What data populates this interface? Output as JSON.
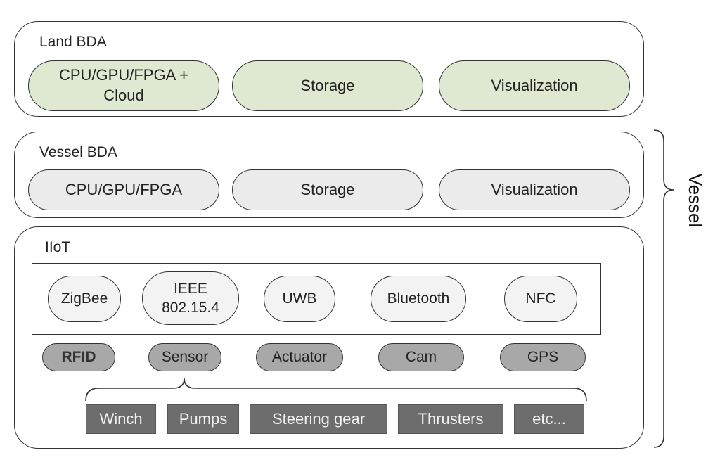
{
  "land": {
    "label": "Land BDA",
    "items": [
      "CPU/GPU/FPGA +\nCloud",
      "Storage",
      "Visualization"
    ]
  },
  "vessel_bda": {
    "label": "Vessel BDA",
    "items": [
      "CPU/GPU/FPGA",
      "Storage",
      "Visualization"
    ]
  },
  "iiot": {
    "label": "IIoT",
    "protocols": [
      "ZigBee",
      "IEEE\n802.15.4",
      "UWB",
      "Bluetooth",
      "NFC"
    ],
    "components": [
      "RFID",
      "Sensor",
      "Actuator",
      "Cam",
      "GPS"
    ],
    "devices": [
      "Winch",
      "Pumps",
      "Steering gear",
      "Thrusters",
      "etc..."
    ]
  },
  "side_label": "Vessel",
  "colors": {
    "land_fill": "#dfe8d0",
    "vessel_fill": "#ebebeb",
    "component_fill": "#a8a8a8",
    "device_fill": "#6d6d6d"
  }
}
